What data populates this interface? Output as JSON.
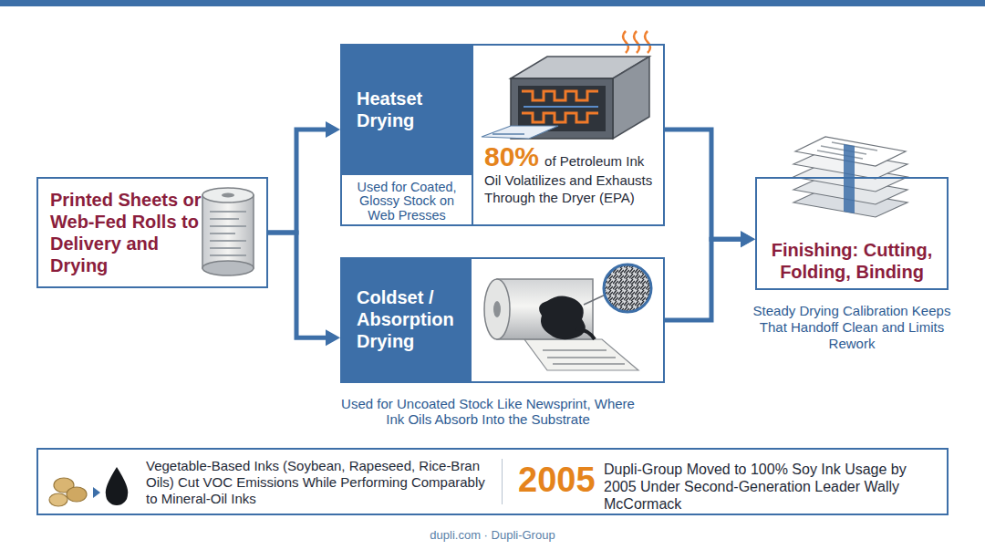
{
  "diagram": {
    "nodes": [
      {
        "text": [
          "Printed Sheets or Web-Fed Rolls to Delivery and Drying"
        ]
      },
      {
        "text": [
          "Heatset Drying",
          "Used for Coated, Glossy Stock on Web Presses"
        ]
      },
      {
        "text": [
          "80%",
          "of Petroleum Ink Oil Volatilizes and Exhausts Through the Dryer (EPA)"
        ],
        "in": 1
      },
      {
        "text": [
          "Coldset / Absorption Drying",
          "Used for Uncoated Stock Like Newsprint, Where Ink Oils Absorb Into the Substrate"
        ]
      },
      {
        "text": [
          "Finishing: Cutting, Folding, Binding",
          "Steady Drying Calibration Keeps That Handoff Clean and Limits Rework"
        ]
      },
      {
        "text": [
          "Vegetable-Based Inks (Soybean, Rapeseed, Rice-Bran Oils) Cut VOC Emissions While Performing Comparably to Mineral-Oil Inks",
          "2005",
          "Dupli-Group Moved to 100% Soy Ink Usage by 2005 Under Second-Generation Leader Wally McCormack"
        ]
      }
    ],
    "edges": [
      {
        "from": 0,
        "to": 1,
        "arrow": "to"
      },
      {
        "from": 0,
        "to": 3,
        "arrow": "to"
      },
      {
        "from": 1,
        "to": 4,
        "arrow": "to"
      },
      {
        "from": 3,
        "to": 4,
        "arrow": "to"
      }
    ],
    "labels": [
      "dupli.com · Dupli-Group"
    ]
  }
}
